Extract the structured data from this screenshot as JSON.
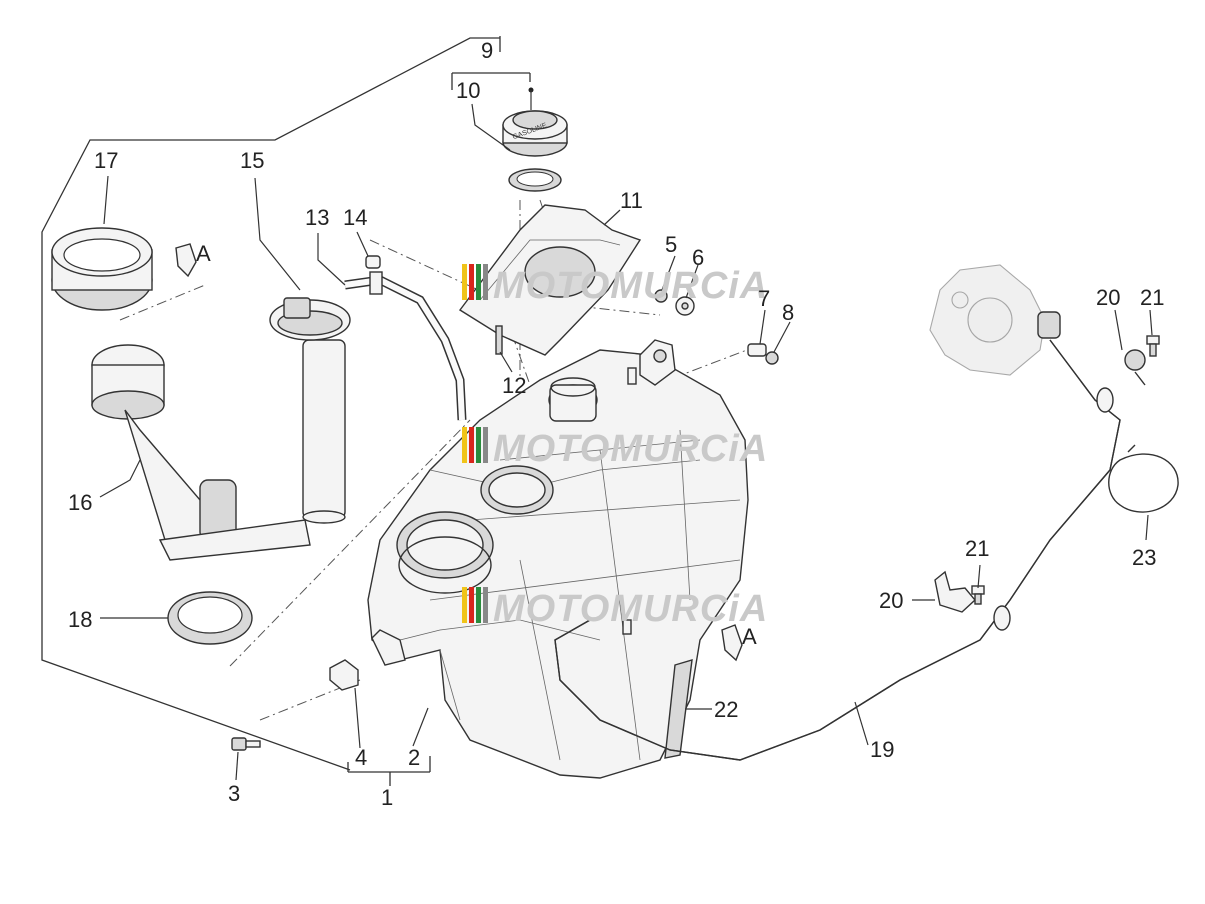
{
  "watermark": {
    "text": "MOTOMURCiA",
    "stripe_colors": [
      "#f0c419",
      "#d9261c",
      "#2a8c3c",
      "#888888"
    ]
  },
  "labels": {
    "l1": "1",
    "l2": "2",
    "l3": "3",
    "l4": "4",
    "l5": "5",
    "l6": "6",
    "l7": "7",
    "l8": "8",
    "l9": "9",
    "l10": "10",
    "l11": "11",
    "l12": "12",
    "l13": "13",
    "l14": "14",
    "l15": "15",
    "l16": "16",
    "l17": "17",
    "l18": "18",
    "l19": "19",
    "l20a": "20",
    "l20b": "20",
    "l21a": "21",
    "l21b": "21",
    "l22": "22",
    "l23": "23",
    "refA1": "A",
    "refA2": "A"
  },
  "cap_text": "GASOLINE"
}
